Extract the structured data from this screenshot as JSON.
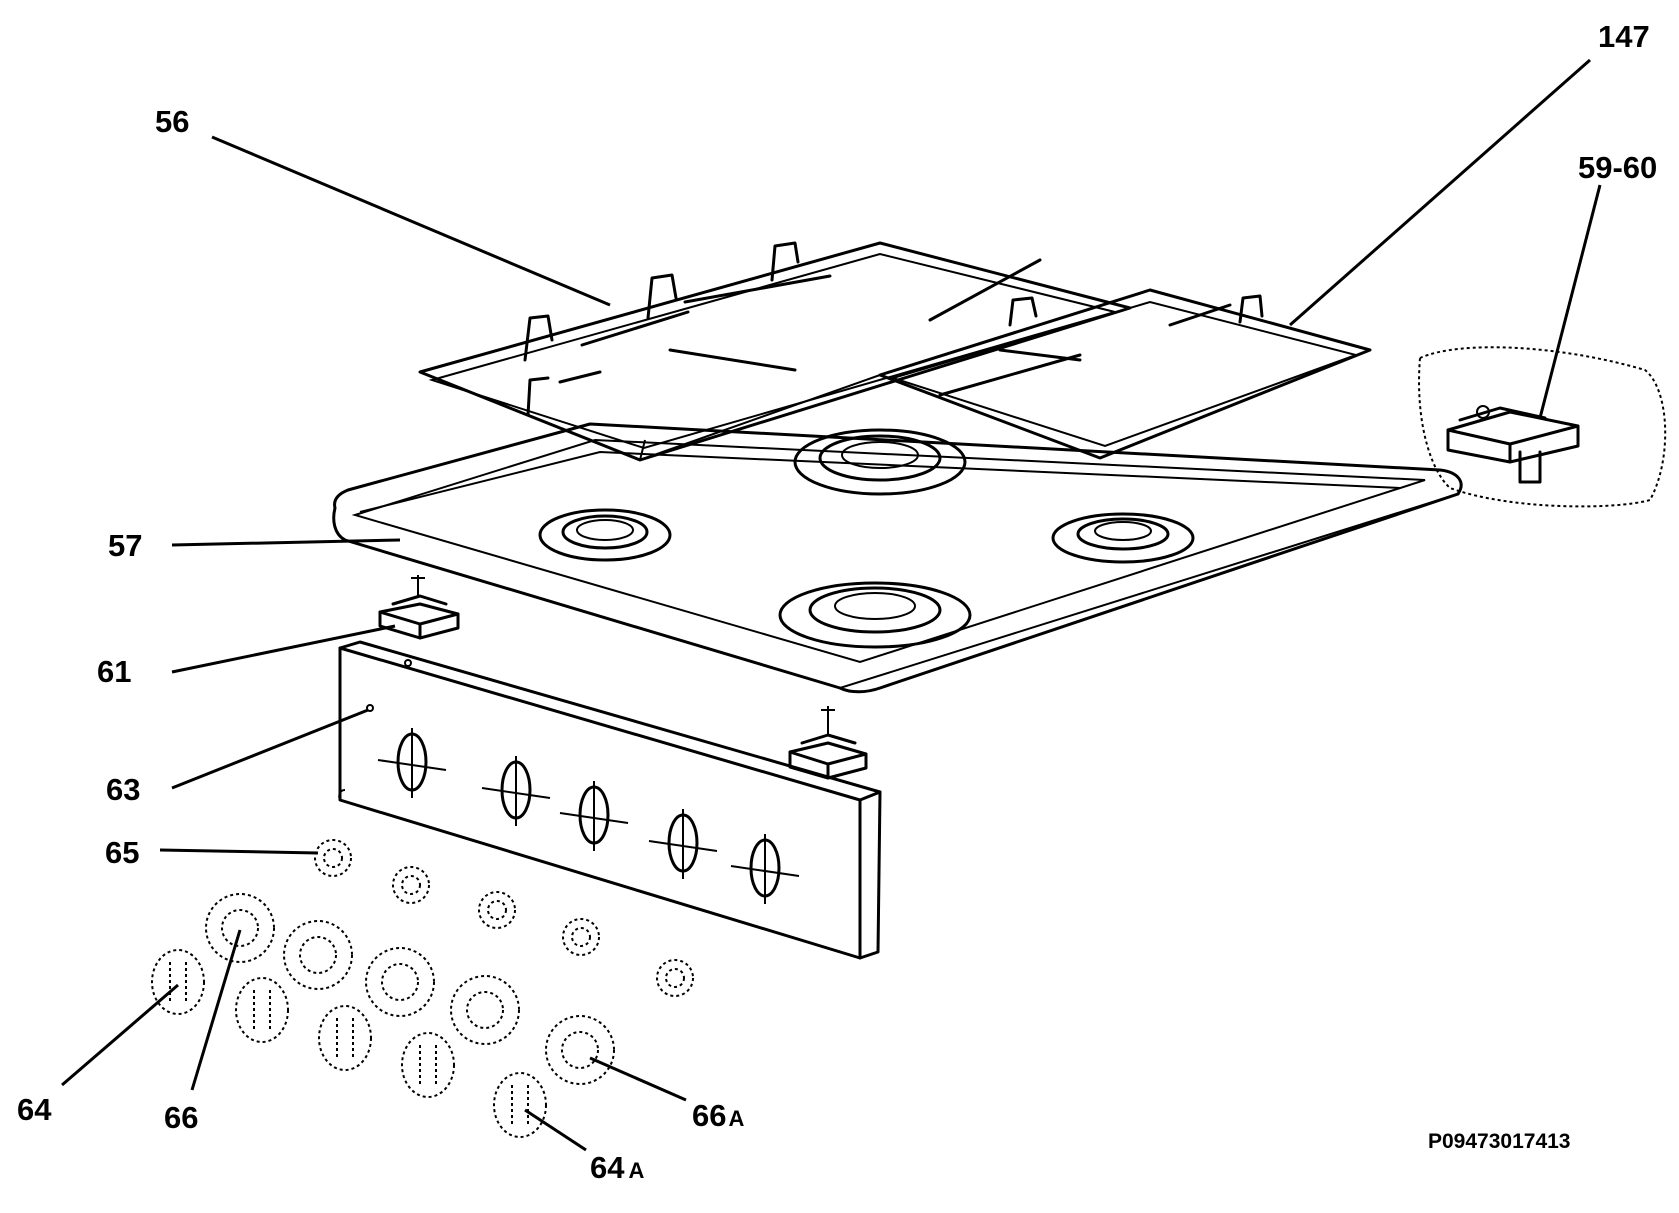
{
  "diagram": {
    "labels": {
      "l147": "147",
      "l56": "56",
      "l5960": "59-60",
      "l57": "57",
      "l61": "61",
      "l63": "63",
      "l65": "65",
      "l64": "64",
      "l66": "66",
      "l66A_num": "66",
      "l66A_suf": "A",
      "l64A_num": "64",
      "l64A_suf": "A"
    },
    "reference_code": "P09473017413",
    "colors": {
      "ink": "#000000",
      "background": "#ffffff"
    }
  }
}
